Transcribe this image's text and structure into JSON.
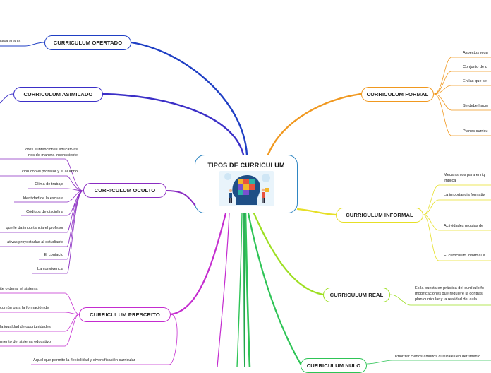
{
  "title": "TIPOS DE CURRICULUM",
  "colors": {
    "central": "#2f86c2",
    "ofertado": "#1f3fc4",
    "asimilado": "#3b2fc7",
    "oculto": "#8a2cc2",
    "prescrito": "#c42ccf",
    "formal": "#f0981f",
    "informal": "#e6df26",
    "real": "#9ddf22",
    "nulo": "#2ec456"
  },
  "branches": {
    "ofertado": {
      "label": "CURRICULUM OFERTADO",
      "items": [
        "lleva al aula"
      ]
    },
    "asimilado": {
      "label": "CURRICULUM ASIMILADO",
      "items": []
    },
    "oculto": {
      "label": "CURRICULUM OCULTO",
      "items": [
        "ores e intenciones educativas",
        "nos de manera inconsciente",
        "ción con el profesor y el alumno",
        "Clima de trabajo",
        "Identidad de la escuela",
        "Códigos de disciplina",
        "que le da importancia el profesor",
        "ativas proyectadas al estudiante",
        "El contacto",
        "La convivencia"
      ]
    },
    "prescrito": {
      "label": "CURRICULUM PRESCRITO",
      "items": [
        "ite ordenar el sistema",
        "común para la formación de",
        "la igualdad de oportunidades",
        "miento del sistema educativo",
        "Aquel que permite la flexibilidad y diversificación curricular"
      ]
    },
    "formal": {
      "label": "CURRICULUM FORMAL",
      "items": [
        "Aspectos regu",
        "Conjunto de d",
        "En las que se",
        "Se debe hacer",
        "Planes curricu"
      ]
    },
    "informal": {
      "label": "CURRICULUM INFORMAL",
      "items": [
        "Mecanismos para enriq",
        "implica",
        "La importancia formativ",
        "Actividades propias de l",
        "El curriculum informal e"
      ]
    },
    "real": {
      "label": "CURRICULUM REAL",
      "items": [
        "Es la puesta en práctica del currículo fo",
        "modificaciones que requiere la contras",
        "plan curricular y la realidad del aula"
      ]
    },
    "nulo": {
      "label": "CURRICULUM NULO",
      "items": [
        "Priorizar ciertos ámbitos culturales en detrimento"
      ]
    }
  }
}
